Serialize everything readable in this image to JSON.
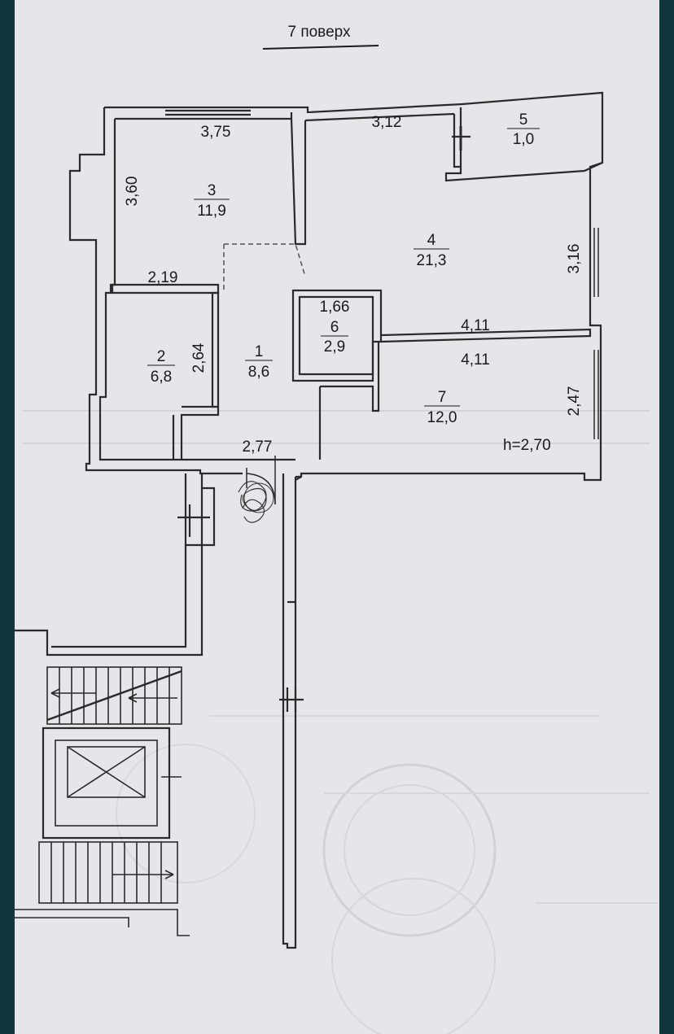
{
  "plan": {
    "floor_title": "7 поверх",
    "ceiling_height": "h=2,70",
    "rooms": [
      {
        "num": "1",
        "area": "8,6"
      },
      {
        "num": "2",
        "area": "6,8"
      },
      {
        "num": "3",
        "area": "11,9"
      },
      {
        "num": "4",
        "area": "21,3"
      },
      {
        "num": "5",
        "area": "1,0"
      },
      {
        "num": "6",
        "area": "2,9"
      },
      {
        "num": "7",
        "area": "12,0"
      }
    ],
    "dimensions": [
      "3,75",
      "3,60",
      "3,12",
      "2,19",
      "2,64",
      "1,66",
      "4,11",
      "4,11",
      "3,16",
      "2,47",
      "2,77"
    ]
  },
  "colors": {
    "background": "#10353a",
    "paper": "#e6e6ea",
    "ink": "#1a1a1a",
    "faded_stamp": "#c9c9cf"
  }
}
